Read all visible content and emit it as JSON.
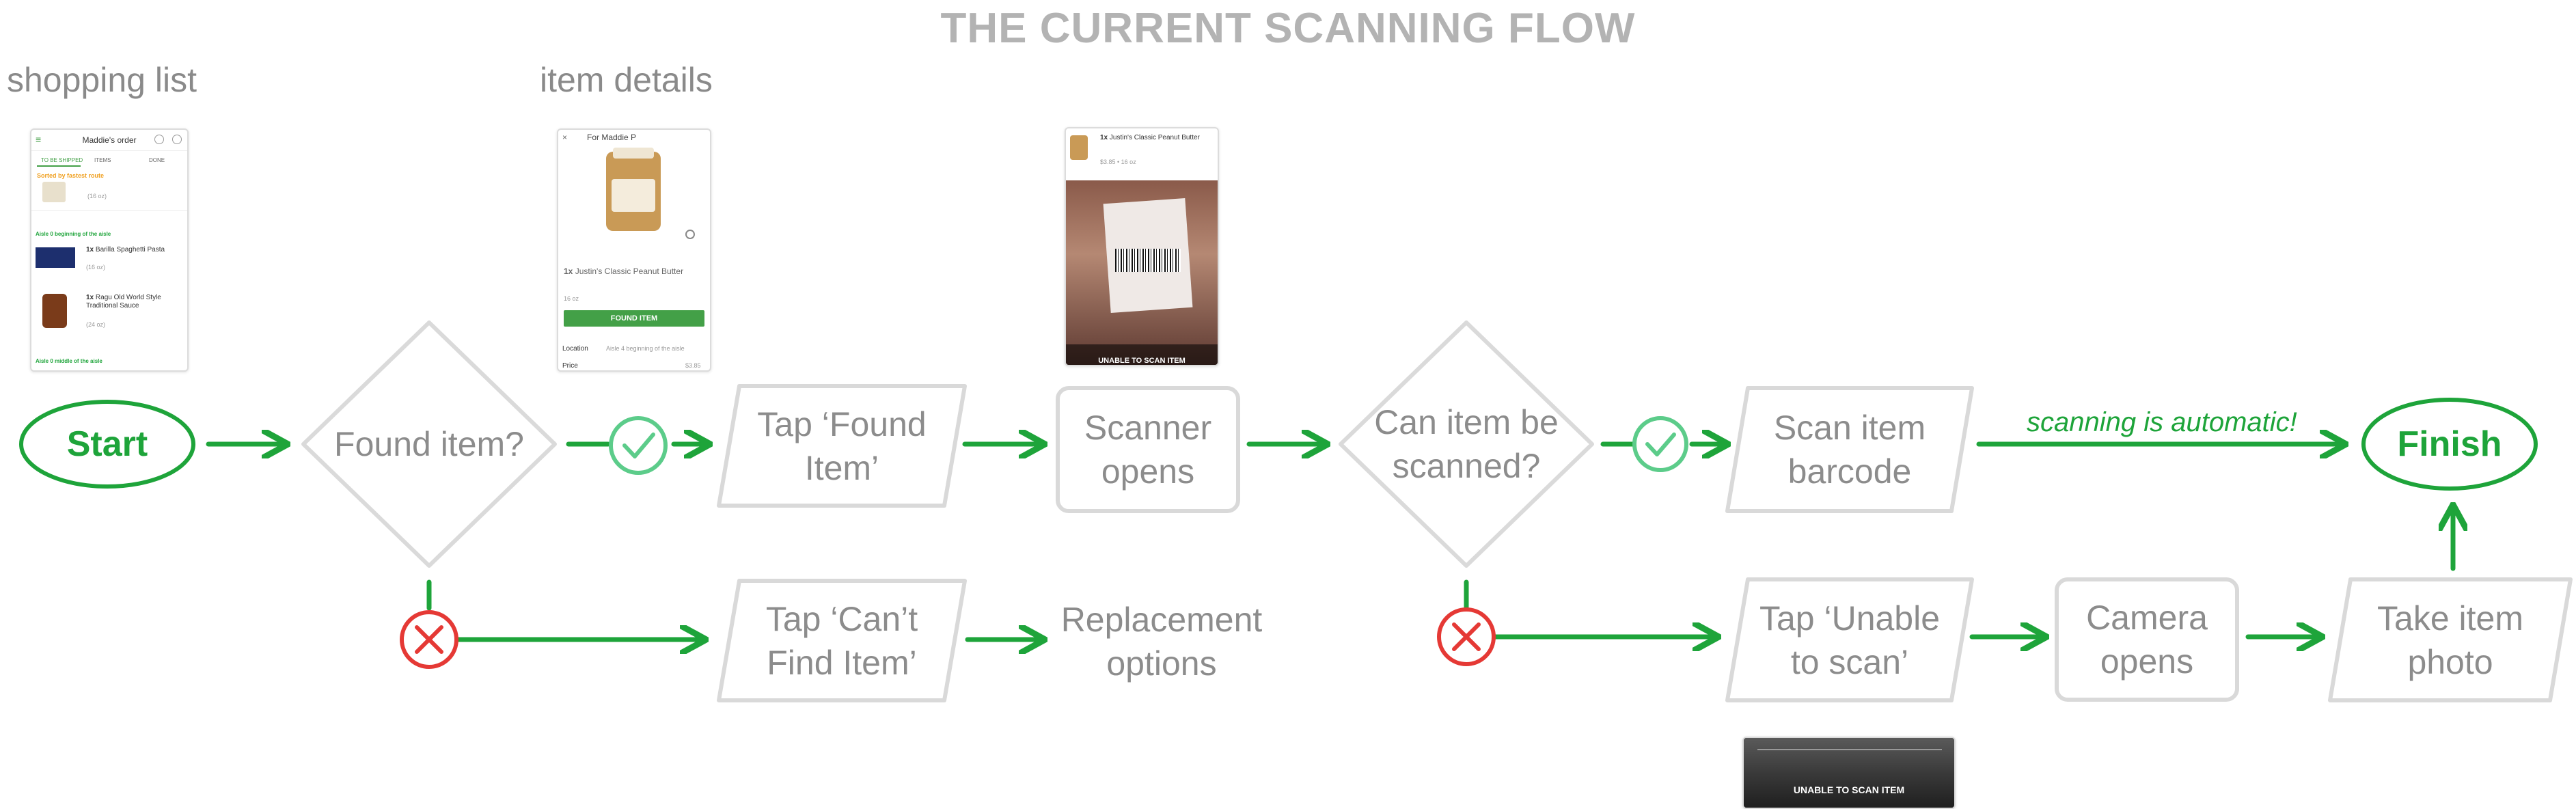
{
  "title": "THE CURRENT SCANNING FLOW",
  "sections": {
    "shopping_list": "shopping list",
    "item_details": "item details"
  },
  "nodes": {
    "start": "Start",
    "found_item": "Found item?",
    "tap_found_item": "Tap ‘Found\nItem’",
    "scanner_opens": "Scanner\nopens",
    "can_item_be_scanned": "Can item be\nscanned?",
    "scan_item_barcode": "Scan item\nbarcode",
    "finish": "Finish",
    "tap_cant_find_item": "Tap ‘Can’t\nFind Item’",
    "replacement_options": "Replacement\noptions",
    "tap_unable_to_scan": "Tap ‘Unable\nto scan’",
    "camera_opens": "Camera\nopens",
    "take_item_photo": "Take item\nphoto"
  },
  "annotations": {
    "scanning_automatic": "scanning is automatic!"
  },
  "colors": {
    "green": "#1ea43a",
    "green_check": "#5ccc8a",
    "red": "#e53935",
    "node_border": "#d6d6d6",
    "node_text": "#8c8c8c",
    "title": "#b3b3b3"
  },
  "icons": {
    "yes": "check-circle-icon",
    "no": "x-circle-icon"
  },
  "screens": {
    "shopping_list": {
      "header": "Maddie's order",
      "tabs": [
        "TO BE SHIPPED",
        "ITEMS",
        "DONE"
      ],
      "sorted_label": "Sorted by fastest route",
      "size_1": "(16 oz)",
      "aisle_1": "Aisle 0 beginning of the aisle",
      "item_2_qty": "1x",
      "item_2_name": "Barilla Spaghetti Pasta",
      "item_2_size": "(16 oz)",
      "item_3_qty": "1x",
      "item_3_name": "Ragu Old World Style Traditional Sauce",
      "item_3_size": "(24 oz)",
      "aisle_2": "Aisle 0 middle of the aisle"
    },
    "item_details": {
      "header": "For Maddie P",
      "item_qty": "1x",
      "item_name": "Justin's Classic Peanut Butter",
      "size": "16 oz",
      "found_button": "FOUND ITEM",
      "location_label": "Location",
      "location_value": "Aisle 4 beginning of the aisle",
      "price_label": "Price",
      "price_value": "$3.85"
    },
    "scanner": {
      "item_qty": "1x",
      "item_name": "Justin's Classic Peanut Butter",
      "price_size": "$3.85 • 16 oz",
      "unable_label": "UNABLE TO SCAN ITEM"
    },
    "camera": {
      "unable_label": "UNABLE TO SCAN ITEM"
    }
  }
}
